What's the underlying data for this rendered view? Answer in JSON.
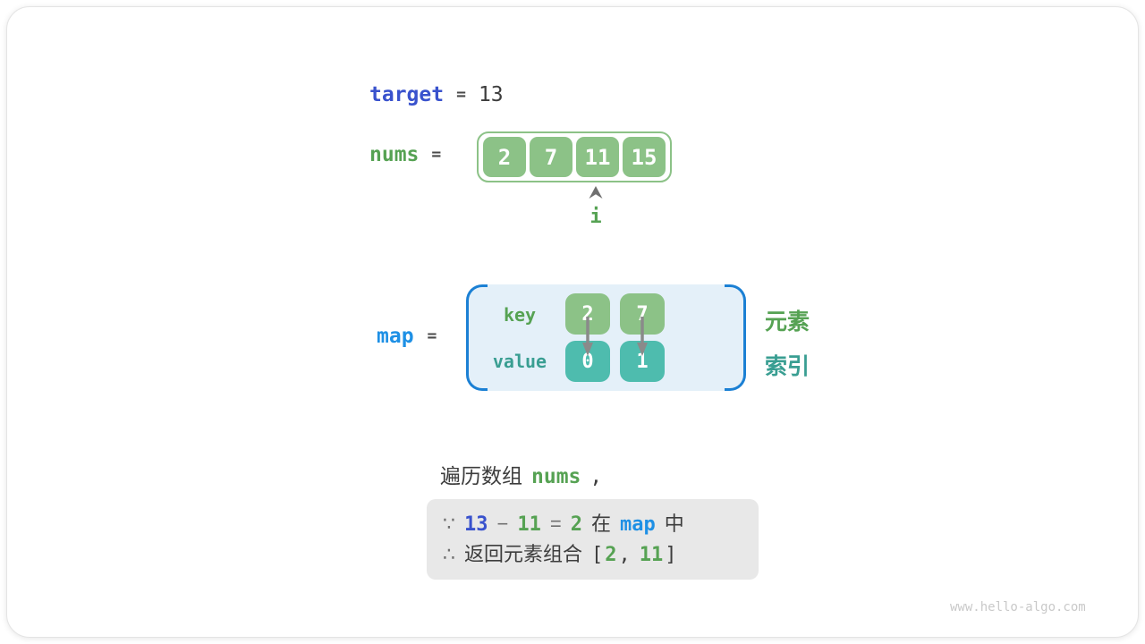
{
  "colors": {
    "green_cell": "#8cc287",
    "green_text": "#56a253",
    "teal_cell": "#4ebcae",
    "teal_text": "#399e92",
    "royal_blue": "#3952cd",
    "bright_blue": "#1e90e5",
    "dark_text": "#3d3d3d",
    "gray_symbol": "#6f6f6f",
    "map_box_bg": "#e4f0f9",
    "map_bracket_blue": "#1b80d4",
    "gray_box_bg": "#e8e8e8"
  },
  "target_row": {
    "label": "target",
    "equals": "=",
    "value": "13"
  },
  "nums_row": {
    "label": "nums",
    "equals": "=",
    "cells": [
      "2",
      "7",
      "11",
      "15"
    ],
    "pointer_label": "i"
  },
  "map_row": {
    "label": "map",
    "equals": "=",
    "key_label": "key",
    "value_label": "value",
    "keys": [
      "2",
      "7"
    ],
    "values": [
      "0",
      "1"
    ],
    "element_label": "元素",
    "index_label": "索引"
  },
  "caption": {
    "prefix": "遍历数组",
    "code": "nums",
    "comma": ","
  },
  "deduction": {
    "because": "∵",
    "minuend": "13",
    "minus": "−",
    "subtrahend": "11",
    "equals": "=",
    "difference": "2",
    "in_text": "在",
    "map_code": "map",
    "zhong_text": "中",
    "therefore": "∴",
    "return_text": "返回元素组合",
    "lbracket": "[",
    "elem1": "2",
    "comma": ",",
    "elem2": "11",
    "rbracket": "]"
  },
  "watermark": "www.hello-algo.com"
}
